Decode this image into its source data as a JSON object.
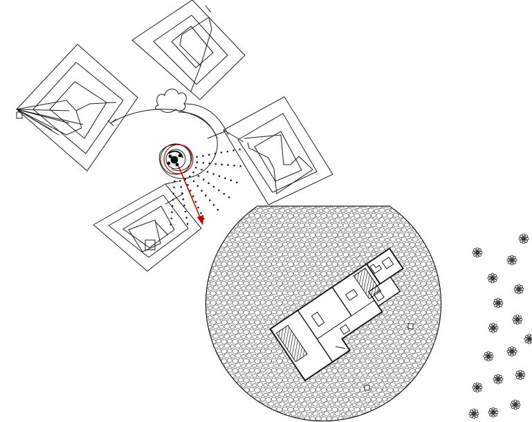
{
  "drawing": {
    "background": "#ffffff",
    "line_color": "#1a1a1a",
    "accent_color": "#cc0000",
    "hatch_color": "#555555",
    "components": [
      {
        "name": "pavilion-north",
        "type": "square-pavilion"
      },
      {
        "name": "pavilion-west",
        "type": "square-pavilion"
      },
      {
        "name": "pavilion-east",
        "type": "square-pavilion"
      },
      {
        "name": "pavilion-south",
        "type": "square-pavilion"
      },
      {
        "name": "spiral-court",
        "type": "spiral-path"
      },
      {
        "name": "circular-plaza",
        "type": "paved-circle-with-building-plan"
      },
      {
        "name": "tree-grove",
        "type": "tree-symbols"
      }
    ],
    "annotations": [
      {
        "name": "direction-arrow",
        "color": "#cc0000"
      },
      {
        "name": "focus-circle",
        "color": "#cc0000"
      }
    ]
  }
}
